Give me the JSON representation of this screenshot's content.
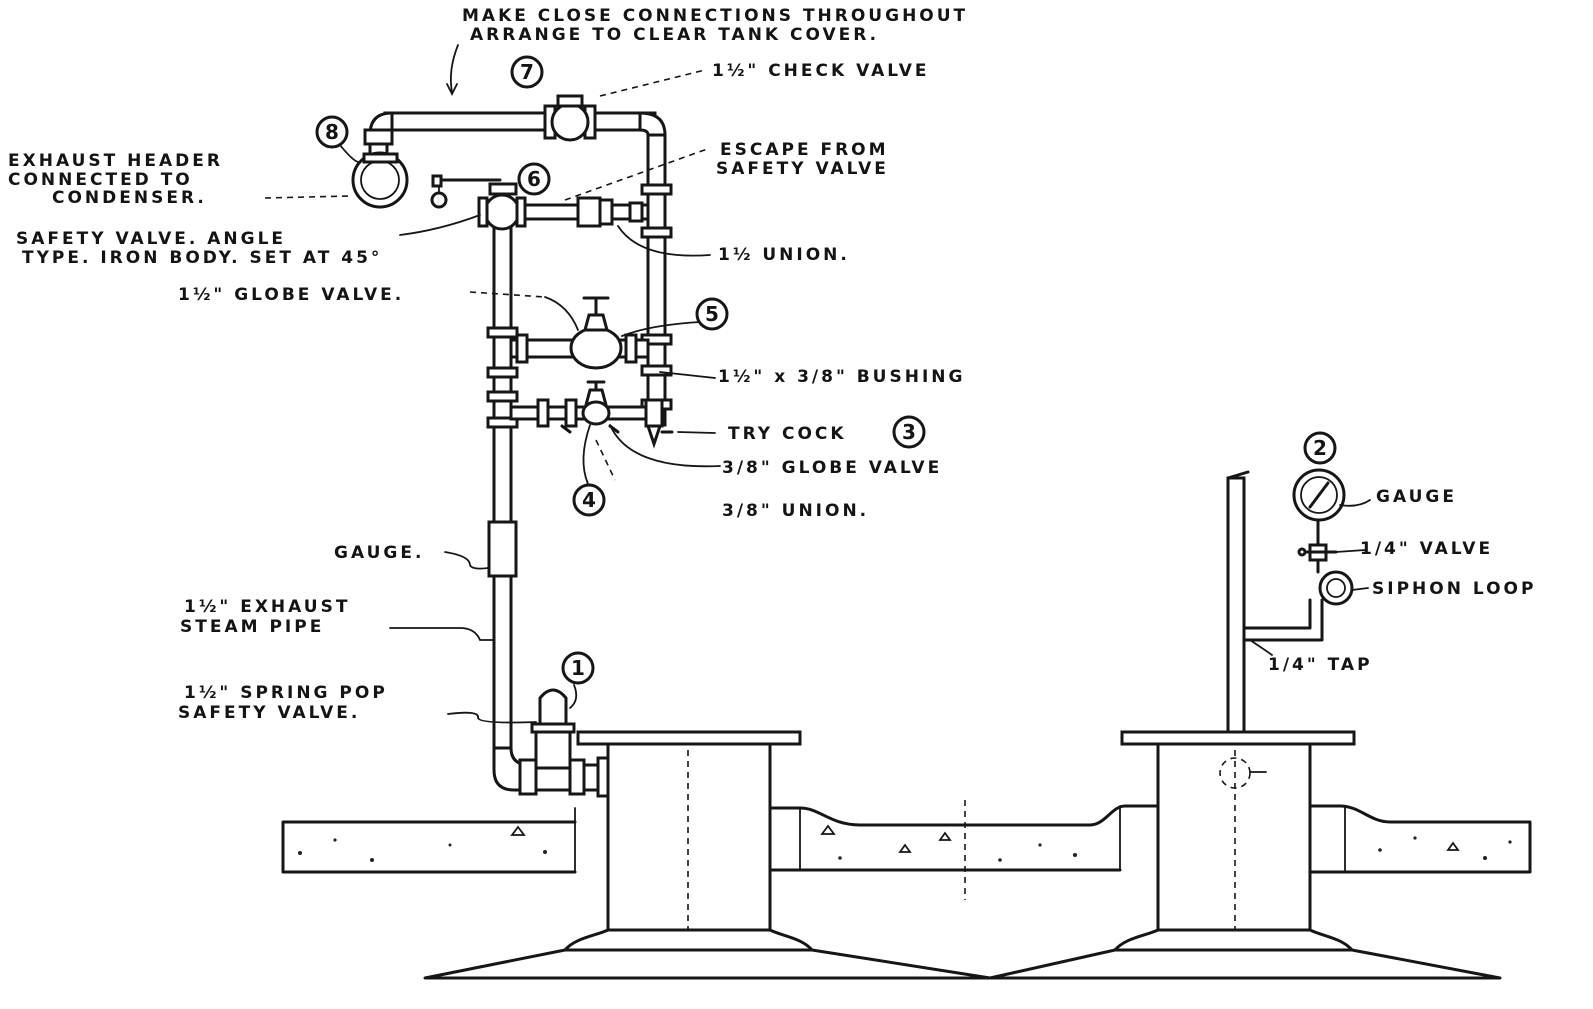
{
  "notes": {
    "top_line1": "MAKE CLOSE CONNECTIONS THROUGHOUT",
    "top_line2": "ARRANGE TO CLEAR TANK COVER."
  },
  "labels": {
    "check_valve": "1½\" CHECK VALVE",
    "exhaust_header_1": "EXHAUST HEADER",
    "exhaust_header_2": "CONNECTED TO",
    "exhaust_header_3": "CONDENSER.",
    "escape_1": "ESCAPE FROM",
    "escape_2": "SAFETY VALVE",
    "safety_angle_1": "SAFETY VALVE. ANGLE",
    "safety_angle_2": "TYPE. IRON BODY. SET AT 45°",
    "union_15": "1½ UNION.",
    "globe_15": "1½\" GLOBE VALVE.",
    "bushing": "1½\" x 3/8\" BUSHING",
    "try_cock": "TRY COCK",
    "globe_38": "3/8\" GLOBE VALVE",
    "union_38": "3/8\" UNION.",
    "gauge_left": "GAUGE.",
    "exhaust_pipe_1": "1½\" EXHAUST",
    "exhaust_pipe_2": "STEAM PIPE",
    "spring_pop_1": "1½\" SPRING POP",
    "spring_pop_2": "SAFETY VALVE.",
    "gauge_right": "GAUGE",
    "valve_14": "1/4\" VALVE",
    "siphon": "SIPHON LOOP",
    "tap": "1/4\" TAP"
  },
  "callouts": {
    "n1": "1",
    "n2": "2",
    "n3": "3",
    "n4": "4",
    "n5": "5",
    "n6": "6",
    "n7": "7",
    "n8": "8"
  }
}
